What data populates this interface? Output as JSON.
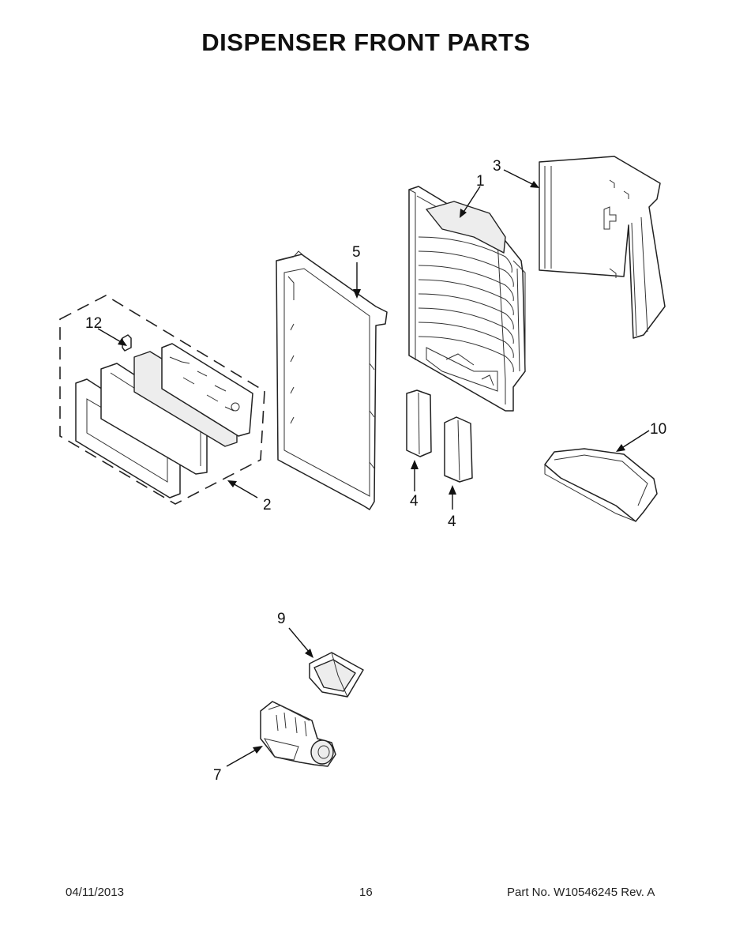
{
  "title": "DISPENSER FRONT PARTS",
  "callouts": {
    "c1": "1",
    "c2": "2",
    "c3": "3",
    "c4a": "4",
    "c4b": "4",
    "c5": "5",
    "c7": "7",
    "c9": "9",
    "c10": "10",
    "c12": "12"
  },
  "footer": {
    "date": "04/11/2013",
    "page": "16",
    "part_no": "Part No.  W10546245   Rev.  A"
  }
}
